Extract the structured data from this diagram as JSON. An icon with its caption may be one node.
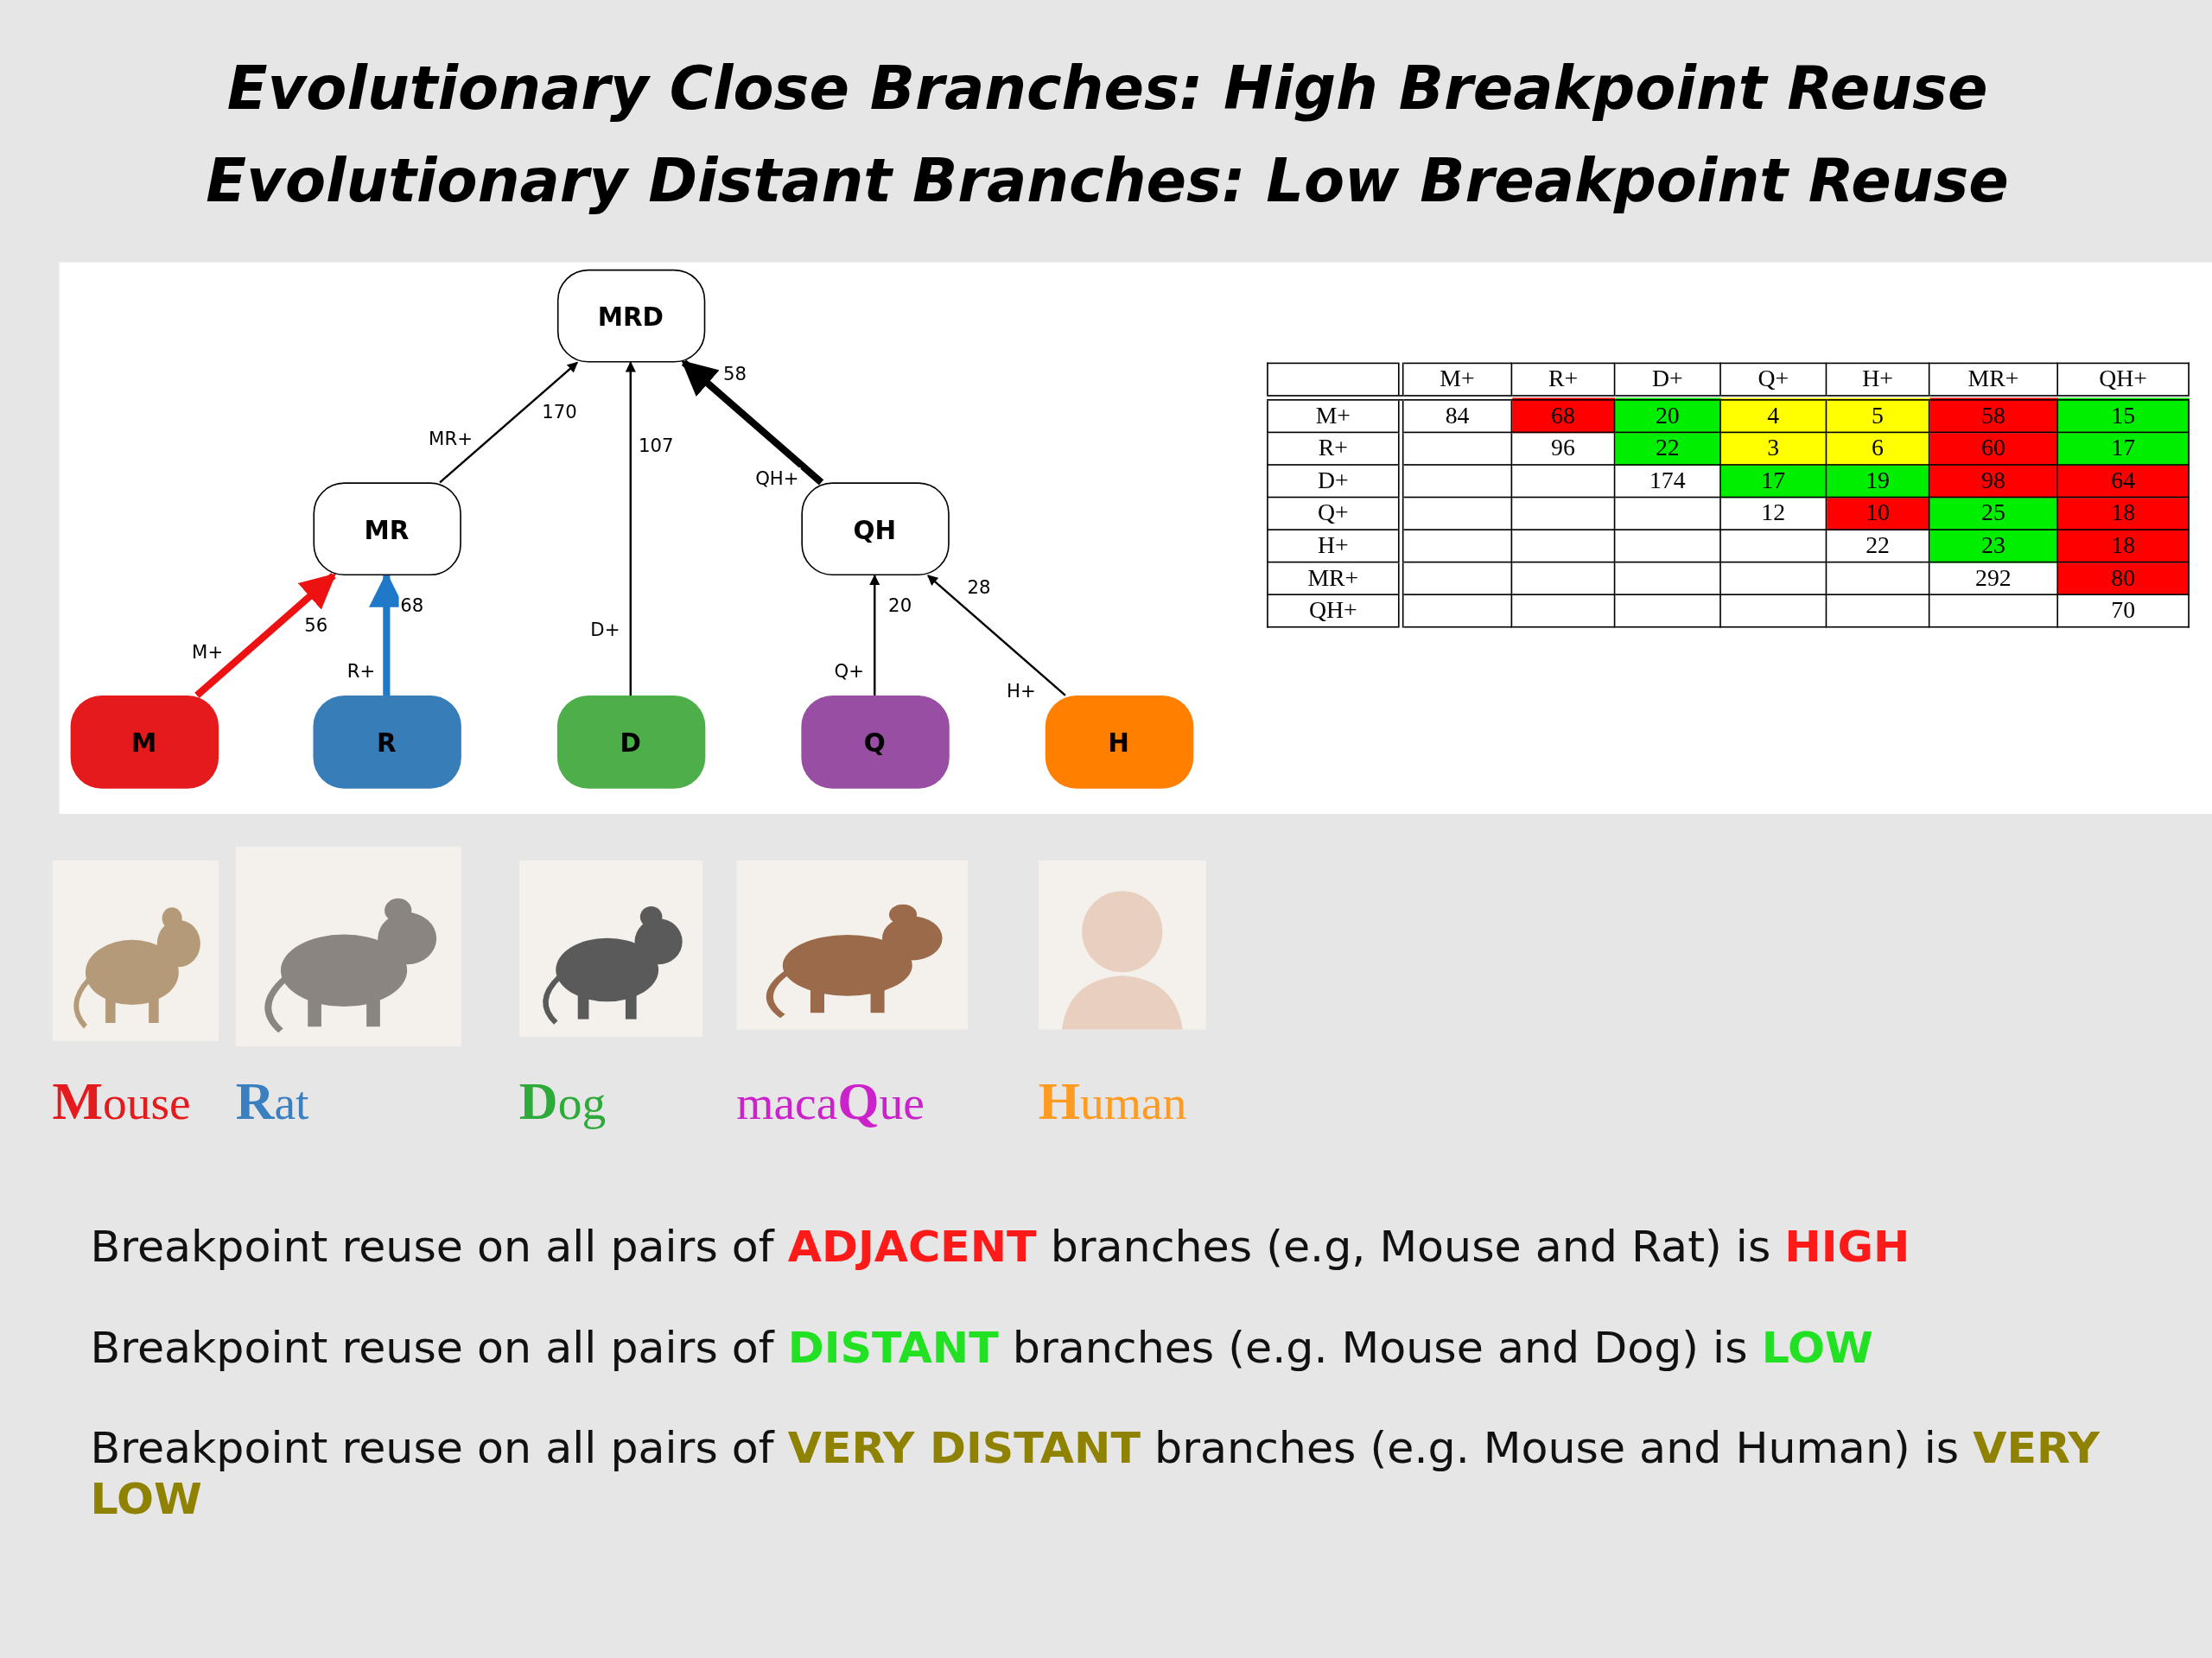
{
  "diagram": {
    "title": "Evolutionary Close Branches: High Breakpoint Reuse Evolutionary Distant Branches: Low Breakpoint Reuse",
    "nodes": [
      {
        "text": [
          "MRD"
        ]
      },
      {
        "text": [
          "MR"
        ]
      },
      {
        "text": [
          "QH"
        ]
      },
      {
        "text": [
          "M"
        ]
      },
      {
        "text": [
          "R"
        ]
      },
      {
        "text": [
          "D"
        ]
      },
      {
        "text": [
          "Q"
        ]
      },
      {
        "text": [
          "H"
        ]
      },
      {
        "text": [],
        "shape": "picture",
        "beside": [
          "**M**ouse"
        ]
      },
      {
        "text": [],
        "shape": "picture",
        "beside": [
          "**R**at"
        ]
      },
      {
        "text": [],
        "shape": "picture",
        "beside": [
          "**D**og"
        ]
      },
      {
        "text": [],
        "shape": "picture",
        "beside": [
          "maca**Q**ue"
        ]
      },
      {
        "text": [],
        "shape": "picture",
        "beside": [
          "**H**uman"
        ]
      }
    ],
    "edges": [
      {
        "from": 3,
        "to": 1,
        "arrow": "to",
        "label": "M+ 56",
        "style": "thick",
        "color": "#ee1111"
      },
      {
        "from": 4,
        "to": 1,
        "arrow": "to",
        "label": "R+ 68",
        "style": "thick",
        "color": "#1f78c8"
      },
      {
        "from": 1,
        "to": 0,
        "arrow": "to",
        "label": "MR+ 170"
      },
      {
        "from": 5,
        "to": 0,
        "arrow": "to",
        "label": "D+ 107"
      },
      {
        "from": 2,
        "to": 0,
        "arrow": "to",
        "label": "QH+ 58",
        "style": "thick"
      },
      {
        "from": 6,
        "to": 2,
        "arrow": "to",
        "label": "Q+ 20"
      },
      {
        "from": 7,
        "to": 2,
        "arrow": "to",
        "label": "H+ 28"
      }
    ],
    "labels": [
      "M+",
      "R+",
      "D+",
      "Q+",
      "H+",
      "MR+",
      "QH+",
      "M+",
      "84",
      "68",
      "20",
      "4",
      "5",
      "58",
      "15",
      "R+",
      "96",
      "22",
      "3",
      "6",
      "60",
      "17",
      "D+",
      "174",
      "17",
      "19",
      "98",
      "64",
      "Q+",
      "12",
      "10",
      "25",
      "18",
      "H+",
      "22",
      "23",
      "18",
      "MR+",
      "292",
      "80",
      "QH+",
      "70",
      "Breakpoint reuse on all pairs of **ADJACENT** branches (e.g, Mouse and Rat) is **HIGH**",
      "Breakpoint reuse on all pairs of **DISTANT** branches (e.g. Mouse and Dog) is **LOW**",
      "Breakpoint reuse on all pairs of **VERY DISTANT** branches (e.g. Mouse and Human) is **VERY LOW**"
    ]
  }
}
